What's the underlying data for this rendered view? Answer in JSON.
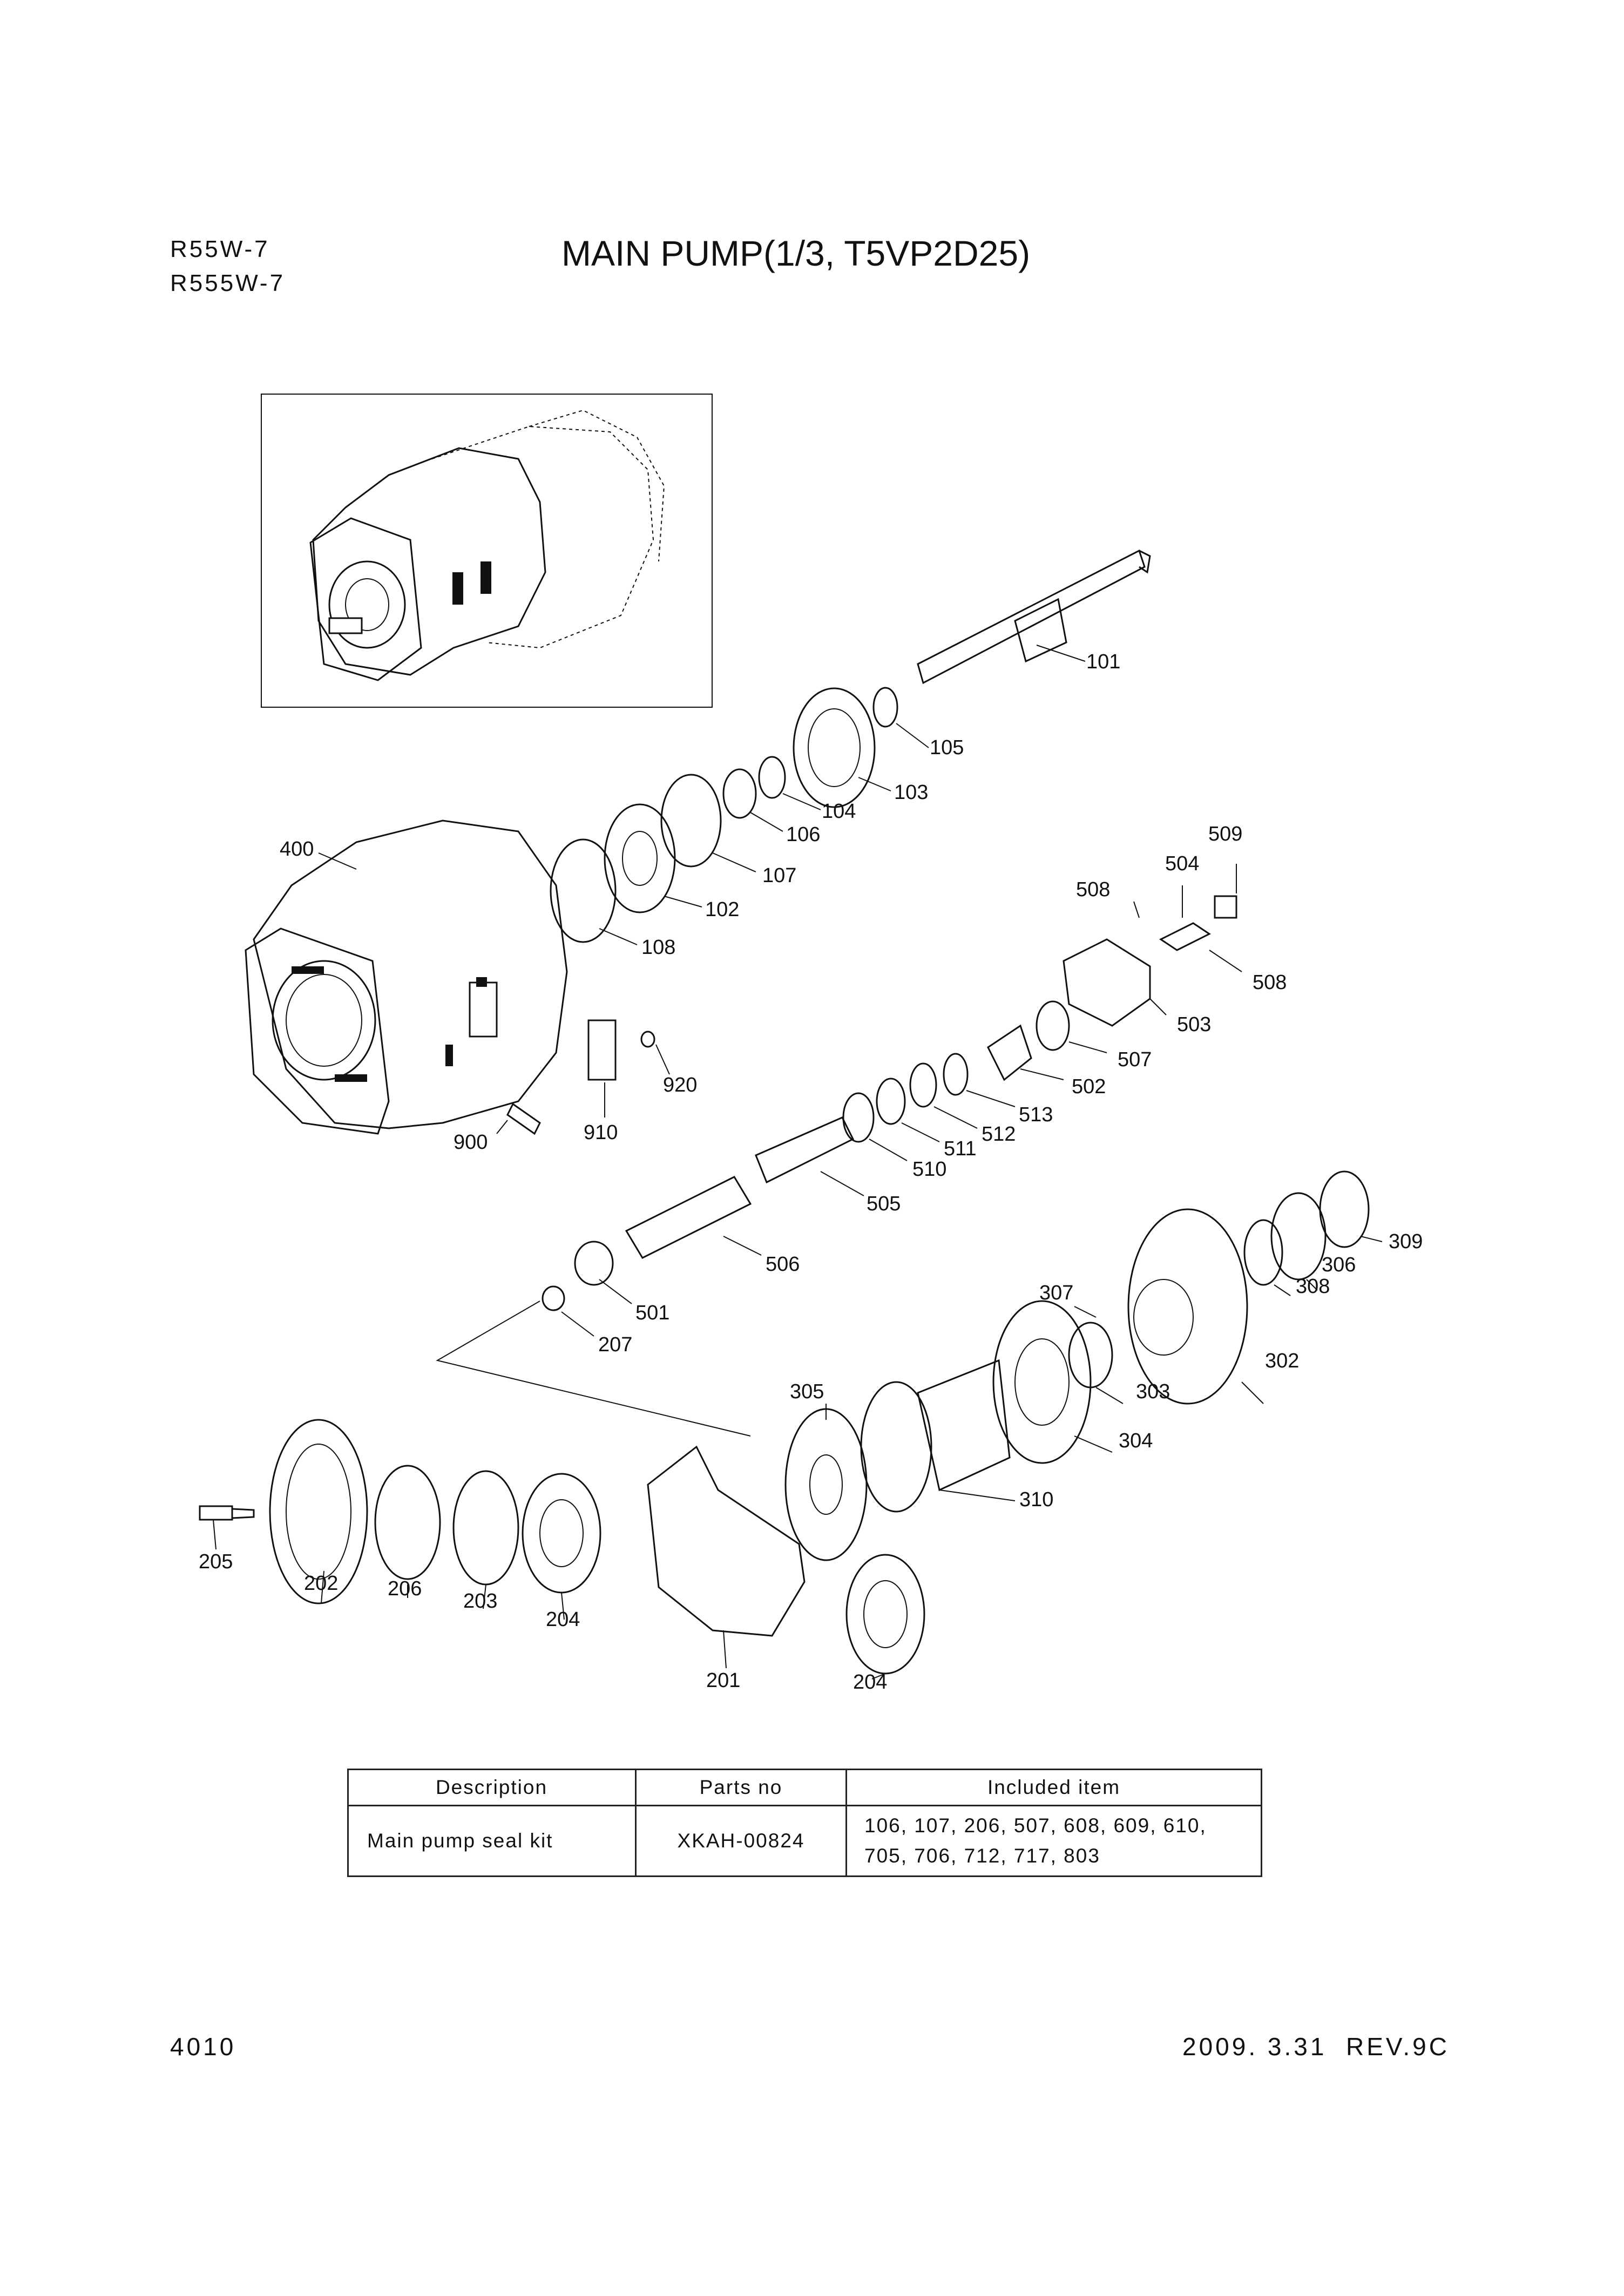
{
  "header": {
    "models": [
      "R55W-7",
      "R555W-7"
    ],
    "title": "MAIN PUMP(1/3, T5VP2D25)"
  },
  "diagram": {
    "part_labels": [
      "101",
      "105",
      "103",
      "104",
      "106",
      "107",
      "102",
      "108",
      "400",
      "509",
      "504",
      "508",
      "508",
      "503",
      "507",
      "502",
      "513",
      "512",
      "511",
      "510",
      "505",
      "506",
      "501",
      "207",
      "920",
      "910",
      "900",
      "309",
      "306",
      "308",
      "307",
      "302",
      "303",
      "304",
      "305",
      "310",
      "205",
      "202",
      "206",
      "203",
      "204",
      "201",
      "204"
    ]
  },
  "kit_table": {
    "headers": [
      "Description",
      "Parts no",
      "Included item"
    ],
    "rows": [
      {
        "description": "Main pump seal kit",
        "parts_no": "XKAH-00824",
        "included_line1": "106, 107, 206, 507, 608, 609, 610,",
        "included_line2": "705, 706, 712, 717, 803"
      }
    ]
  },
  "footer": {
    "page_number": "4010",
    "revision": "2009. 3.31  REV.9C"
  }
}
